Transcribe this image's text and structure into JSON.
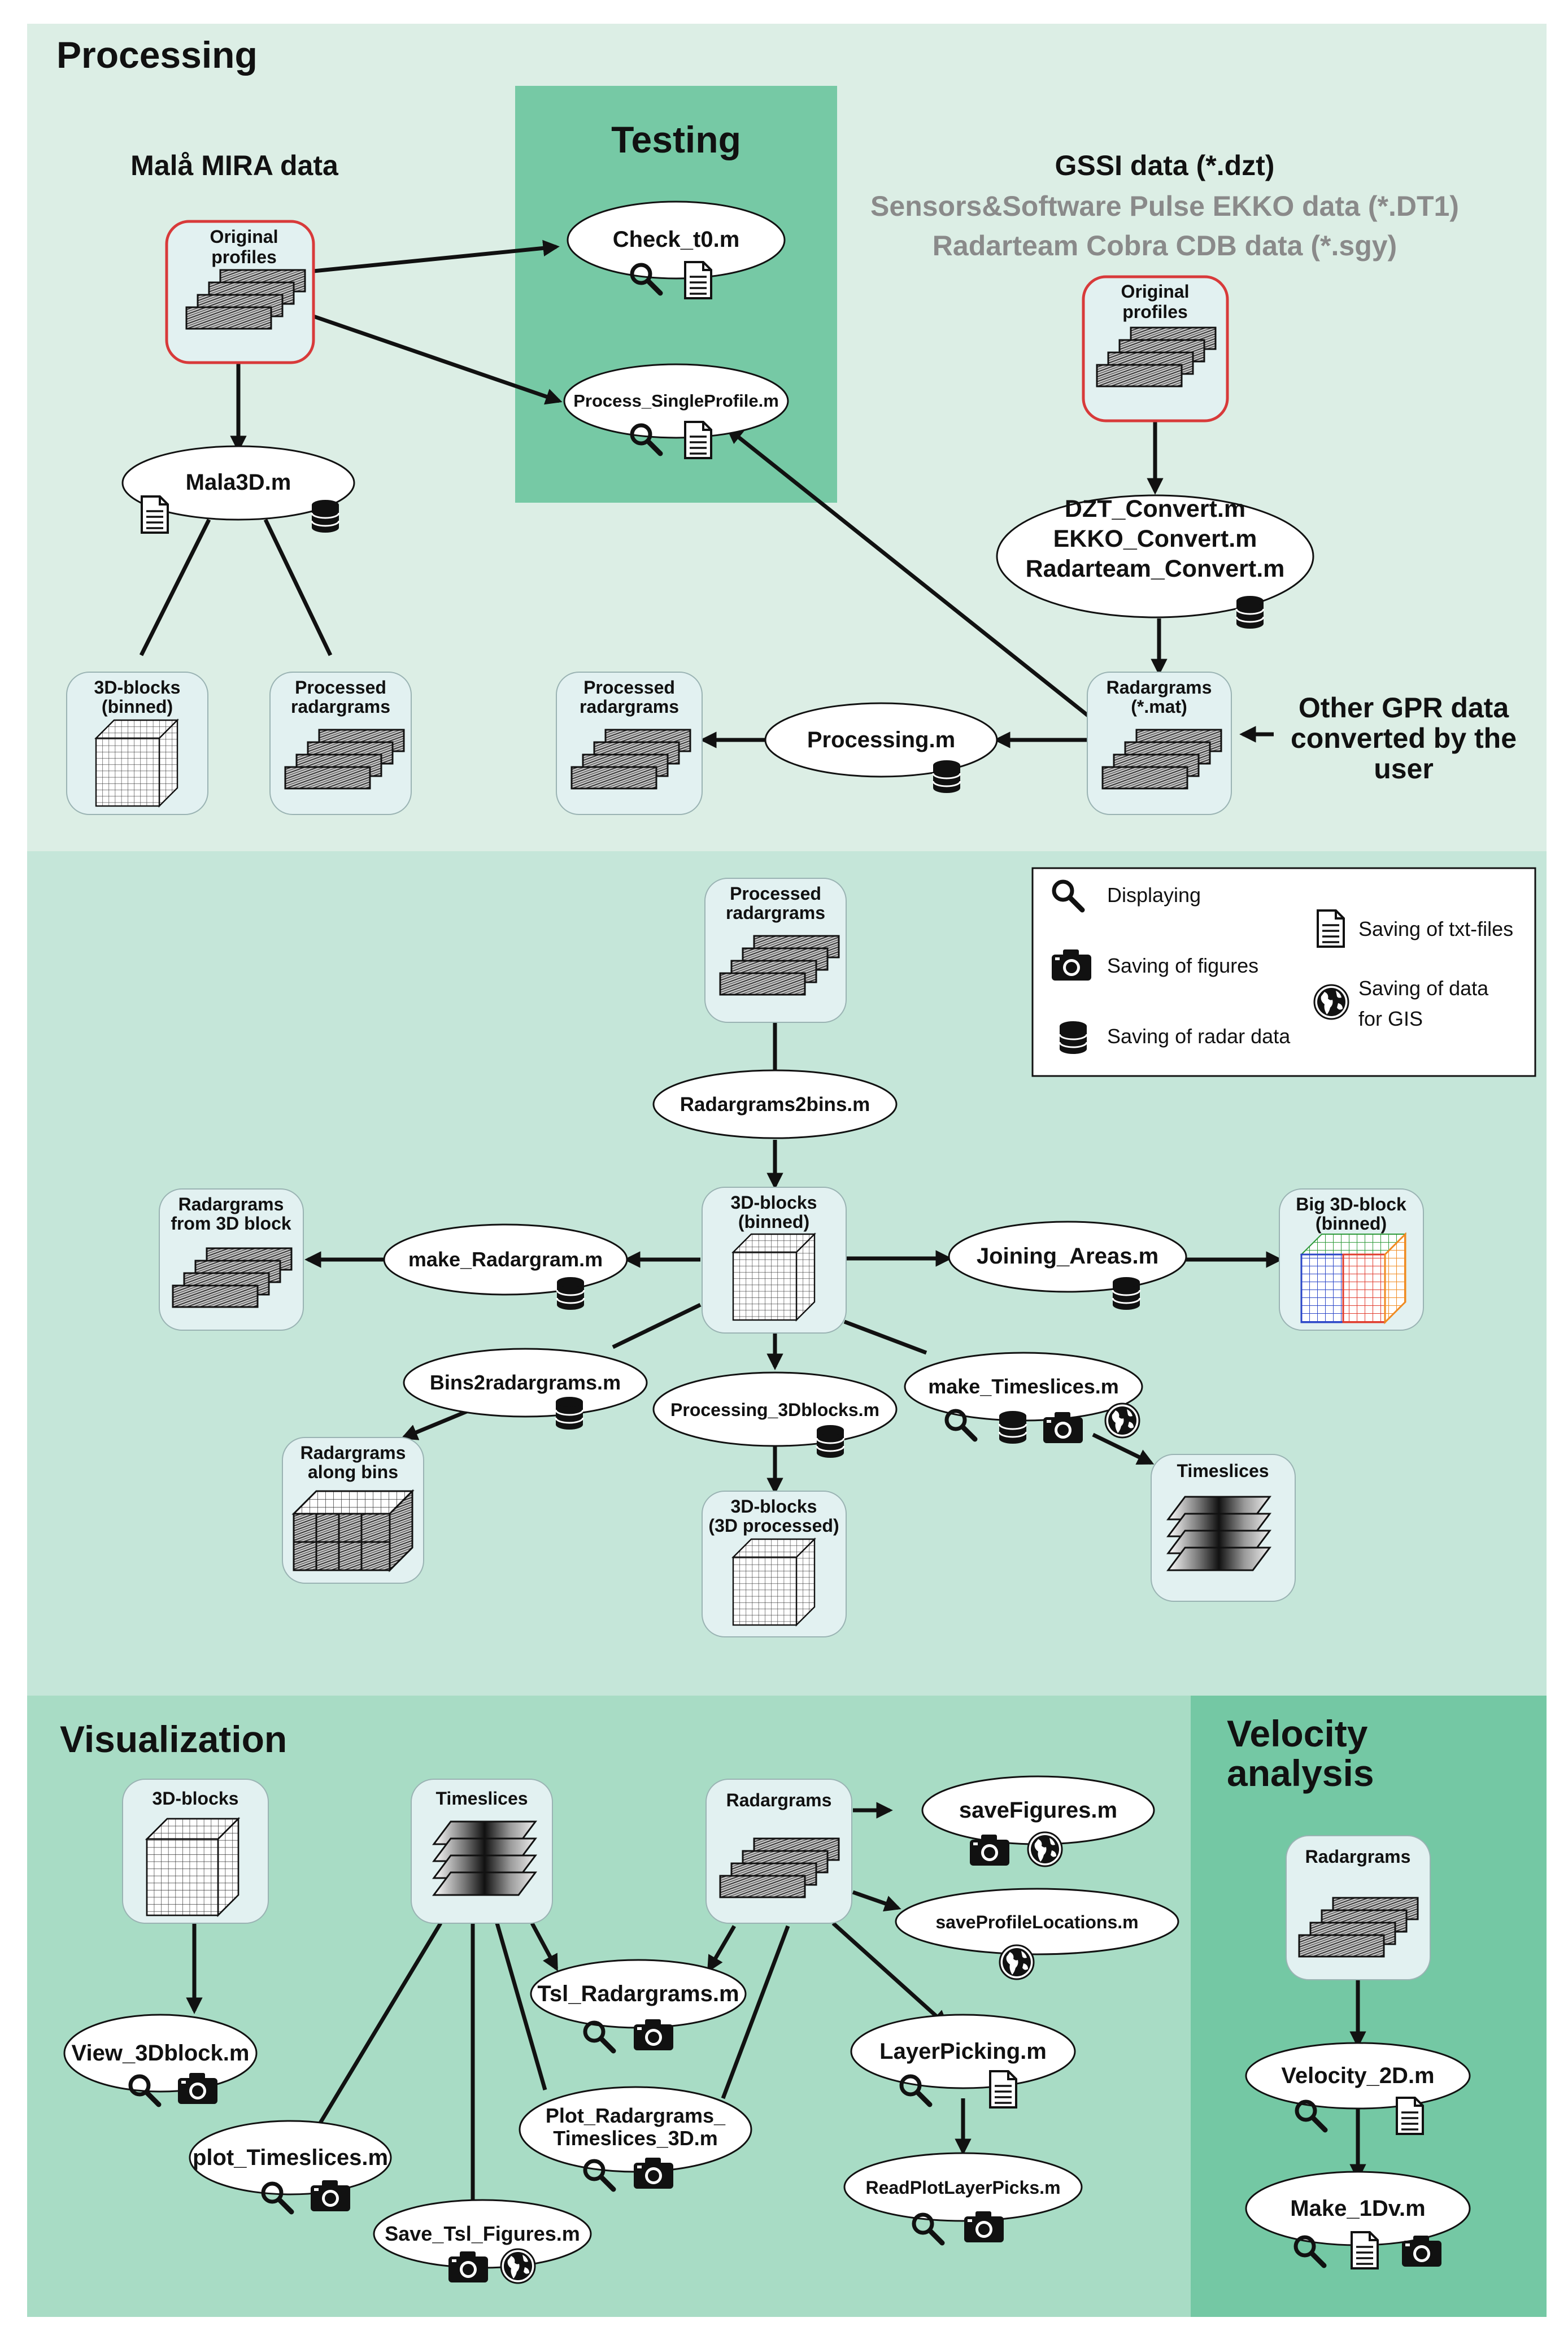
{
  "sections": {
    "processing": "Processing",
    "testing": "Testing",
    "visualization": "Visualization",
    "velocity": [
      "Velocity",
      "analysis"
    ]
  },
  "sources": {
    "mala": "Malå MIRA data",
    "gssi": "GSSI data (*.dzt)",
    "sensors": "Sensors&Software Pulse EKKO data (*.DT1)",
    "radarteam": "Radarteam Cobra CDB data (*.sgy)",
    "other": [
      "Other GPR data",
      "converted by the",
      "user"
    ]
  },
  "data_boxes": {
    "orig_mala": [
      "Original",
      "profiles"
    ],
    "orig_gssi": [
      "Original",
      "profiles"
    ],
    "blocks_binned_p1": [
      "3D-blocks",
      "(binned)"
    ],
    "processed_p1a": [
      "Processed",
      "radargrams"
    ],
    "processed_p1b": [
      "Processed",
      "radargrams"
    ],
    "radargrams_mat": [
      "Radargrams",
      "(*.mat)"
    ],
    "processed_p2": [
      "Processed",
      "radargrams"
    ],
    "radargrams_from3d": [
      "Radargrams",
      "from 3D block"
    ],
    "blocks_binned_p2": [
      "3D-blocks",
      "(binned)"
    ],
    "big_block": [
      "Big 3D-block",
      "(binned)"
    ],
    "radargrams_bins": [
      "Radargrams",
      "along bins"
    ],
    "blocks_processed": [
      "3D-blocks",
      "(3D processed)"
    ],
    "timeslices_p2": [
      "Timeslices"
    ],
    "vis_blocks": [
      "3D-blocks"
    ],
    "vis_timeslices": [
      "Timeslices"
    ],
    "vis_radargrams": [
      "Radargrams"
    ],
    "vel_radargrams": [
      "Radargrams"
    ]
  },
  "scripts": {
    "check_t0": "Check_t0.m",
    "process_single": "Process_SingleProfile.m",
    "mala3d": "Mala3D.m",
    "convert": [
      "DZT_Convert.m",
      "EKKO_Convert.m",
      "Radarteam_Convert.m"
    ],
    "processing": "Processing.m",
    "radargrams2bins": "Radargrams2bins.m",
    "make_radargram": "make_Radargram.m",
    "joining": "Joining_Areas.m",
    "bins2radargrams": "Bins2radargrams.m",
    "processing3d": "Processing_3Dblocks.m",
    "make_timeslices": "make_Timeslices.m",
    "view3d": "View_3Dblock.m",
    "plot_timeslices": "plot_Timeslices.m",
    "save_tsl": "Save_Tsl_Figures.m",
    "tsl_radargrams": "Tsl_Radargrams.m",
    "plot_rad_tsl": [
      "Plot_Radargrams_",
      "Timeslices_3D.m"
    ],
    "save_figures": "saveFigures.m",
    "save_locations": "saveProfileLocations.m",
    "layer_picking": "LayerPicking.m",
    "read_plot_picks": "ReadPlotLayerPicks.m",
    "velocity2d": "Velocity_2D.m",
    "make1dv": "Make_1Dv.m"
  },
  "legend": {
    "displaying": "Displaying",
    "figures": "Saving of figures",
    "radar": "Saving of radar data",
    "txt": "Saving of txt-files",
    "gis": [
      "Saving of data",
      "for GIS"
    ]
  },
  "colors": {
    "band_processing": "#dceee5",
    "band_middle": "#c5e6d9",
    "band_visualization": "#a8dcc5",
    "band_velocity": "#74c8a4",
    "testing_box": "#76c9a5",
    "data_box": "#e2f1f1",
    "original_border": "#d83a3a"
  },
  "icons": [
    "magnifier-icon",
    "document-icon",
    "database-icon",
    "camera-icon",
    "globe-icon",
    "radargram-stack-icon",
    "cube-grid-icon",
    "timeslice-stack-icon"
  ]
}
